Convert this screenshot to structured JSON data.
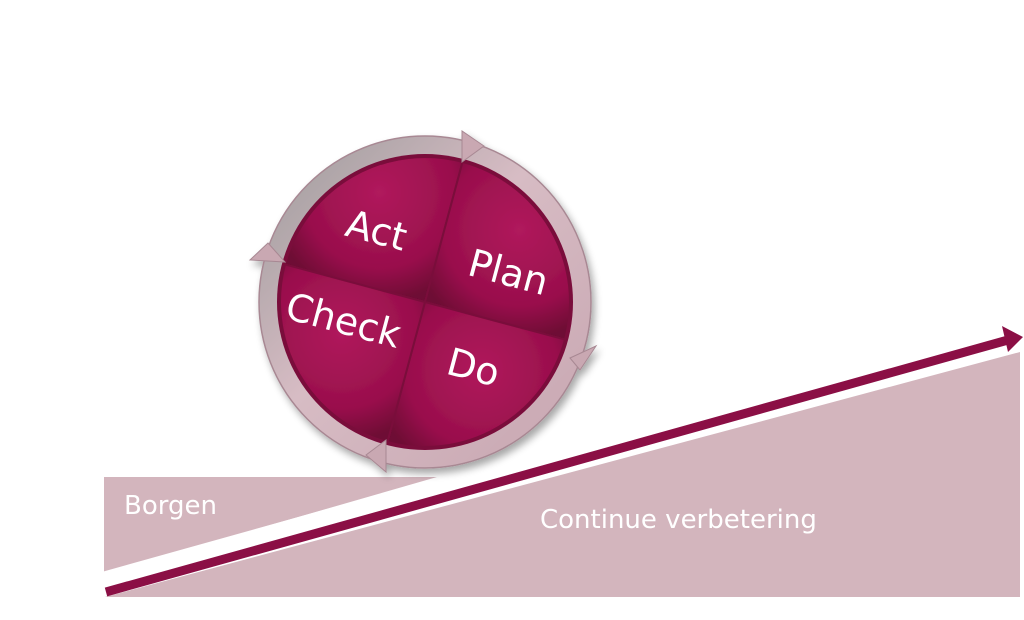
{
  "cycle": {
    "act_label": "Act",
    "plan_label": "Plan",
    "check_label": "Check",
    "do_label": "Do"
  },
  "base": {
    "borgen_label": "Borgen",
    "continue_label": "Continue verbetering"
  },
  "colors": {
    "wedge_fill": "#d3b5bd",
    "slope_line": "#8b0f45",
    "quadrant_fill": "#99104d",
    "quadrant_dark": "#6e0834",
    "ring_fill": "#c9a8b2",
    "ring_edge": "#a88893",
    "page_bg": "#ffffff"
  }
}
